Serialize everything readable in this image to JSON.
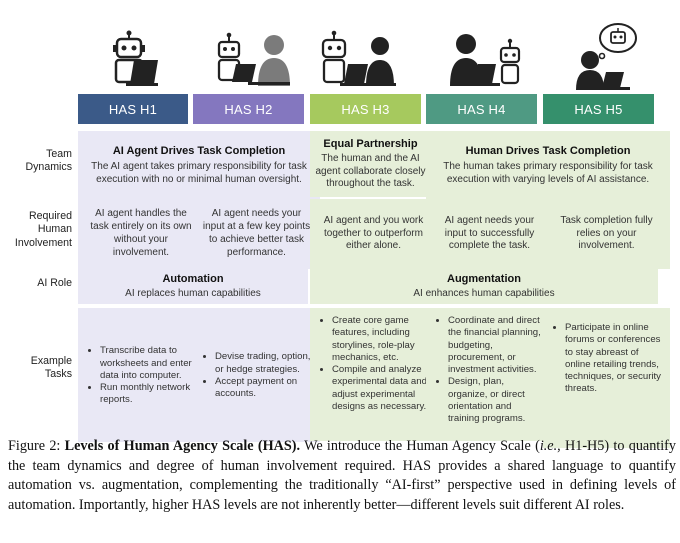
{
  "colors": {
    "h1": "#3b5a88",
    "h2": "#8477bf",
    "h3": "#a6c95e",
    "h4": "#4f9a83",
    "h5": "#35906c",
    "purple_bg": "#e9e8f5",
    "green_bg": "#e6efd9"
  },
  "icons": [
    "robot-with-laptop-icon",
    "person-and-robot-icon",
    "robot-and-person-collaborating-icon",
    "person-with-robot-icon",
    "person-thinking-of-robot-icon"
  ],
  "levels": [
    "HAS H1",
    "HAS H2",
    "HAS H3",
    "HAS H4",
    "HAS H5"
  ],
  "row_labels": {
    "team_dynamics": "Team\nDynamics",
    "required_human_involvement": "Required\nHuman\nInvolvement",
    "ai_role": "AI Role",
    "example_tasks": "Example\nTasks"
  },
  "team_dynamics": {
    "h1_h2": {
      "title": "AI Agent Drives Task Completion",
      "text": "The AI agent takes primary responsibility for task execution with no or minimal human oversight."
    },
    "h3": {
      "title": "Equal Partnership",
      "text": "The human and the AI agent collaborate closely throughout the task."
    },
    "h4_h5": {
      "title": "Human Drives Task Completion",
      "text": "The human takes primary responsibility for task execution with varying levels of AI assistance."
    }
  },
  "involvement": [
    "AI agent handles the task entirely on its own without your involvement.",
    "AI agent needs your input at a few key points to achieve better task performance.",
    "AI agent and you work together to outperform either alone.",
    "AI agent needs your input to successfully complete the task.",
    "Task completion fully relies on your involvement."
  ],
  "ai_role": {
    "automation": {
      "title": "Automation",
      "text": "AI replaces human capabilities"
    },
    "augmentation": {
      "title": "Augmentation",
      "text": "AI enhances human capabilities"
    }
  },
  "example_tasks": [
    [
      "Transcribe data to worksheets and enter data into computer.",
      "Run monthly network reports."
    ],
    [
      "Devise trading, option, or hedge strategies.",
      "Accept payment on accounts."
    ],
    [
      "Create core game features, including storylines, role-play mechanics, etc.",
      "Compile and analyze experimental data and adjust experimental designs as necessary."
    ],
    [
      "Coordinate and direct the financial planning, budgeting, procurement, or investment activities.",
      "Design, plan, organize, or direct orientation and training programs."
    ],
    [
      "Participate in online forums or conferences to stay abreast of online retailing trends, techniques, or security threats."
    ]
  ],
  "caption": {
    "label": "Figure 2: ",
    "bold": "Levels of Human Agency Scale (HAS).",
    "text_1": " We introduce the Human Agency Scale (",
    "ie": "i.e.",
    "text_2": ", H1-H5) to quantify the team dynamics and degree of human involvement required.  HAS provides a shared language to quantify automation vs. augmentation, complementing the traditionally “AI-first” perspective used in defining levels of automation. Importantly, higher HAS levels are not inherently better—different levels suit different AI roles."
  }
}
